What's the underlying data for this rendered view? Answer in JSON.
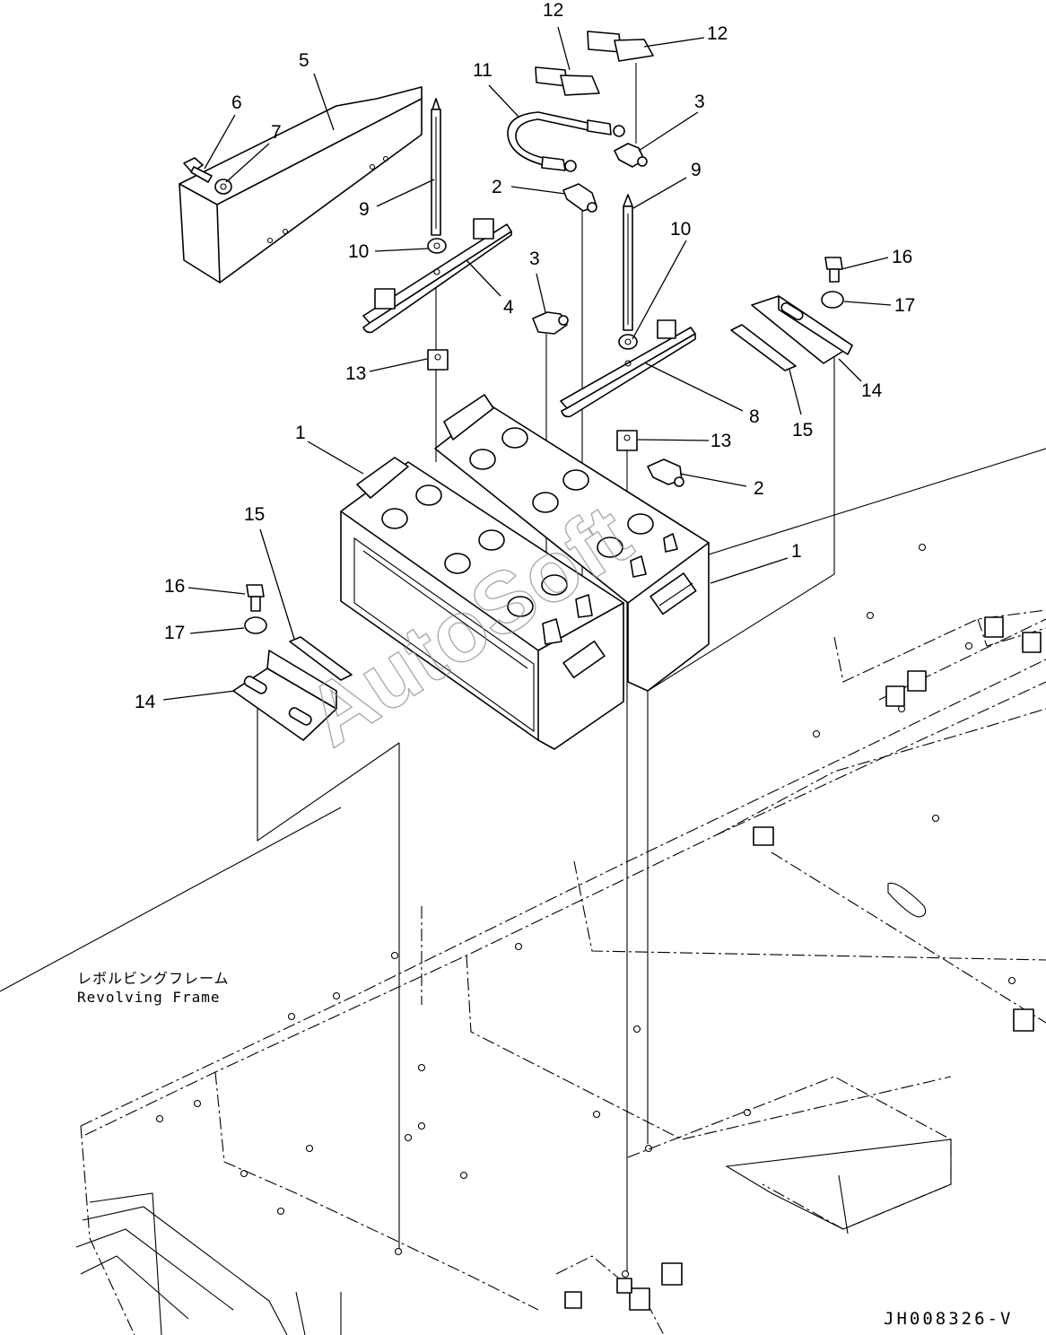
{
  "callouts": [
    {
      "id": "c12a",
      "label": "12"
    },
    {
      "id": "c12b",
      "label": "12"
    },
    {
      "id": "c11",
      "label": "11"
    },
    {
      "id": "c5",
      "label": "5"
    },
    {
      "id": "c6",
      "label": "6"
    },
    {
      "id": "c7",
      "label": "7"
    },
    {
      "id": "c3a",
      "label": "3"
    },
    {
      "id": "c9a",
      "label": "9"
    },
    {
      "id": "c9b",
      "label": "9"
    },
    {
      "id": "c2a",
      "label": "2"
    },
    {
      "id": "c10a",
      "label": "10"
    },
    {
      "id": "c10b",
      "label": "10"
    },
    {
      "id": "c4",
      "label": "4"
    },
    {
      "id": "c3b",
      "label": "3"
    },
    {
      "id": "c16a",
      "label": "16"
    },
    {
      "id": "c17a",
      "label": "17"
    },
    {
      "id": "c14a",
      "label": "14"
    },
    {
      "id": "c15a",
      "label": "15"
    },
    {
      "id": "c13a",
      "label": "13"
    },
    {
      "id": "c8",
      "label": "8"
    },
    {
      "id": "c13b",
      "label": "13"
    },
    {
      "id": "c1a",
      "label": "1"
    },
    {
      "id": "c2b",
      "label": "2"
    },
    {
      "id": "c1b",
      "label": "1"
    },
    {
      "id": "c15b",
      "label": "15"
    },
    {
      "id": "c16b",
      "label": "16"
    },
    {
      "id": "c17b",
      "label": "17"
    },
    {
      "id": "c14b",
      "label": "14"
    }
  ],
  "frame_label": {
    "japanese": "レボルビングフレーム",
    "english": "Revolving Frame"
  },
  "watermark": "AutoSoft",
  "drawing_code": "JH008326-V"
}
